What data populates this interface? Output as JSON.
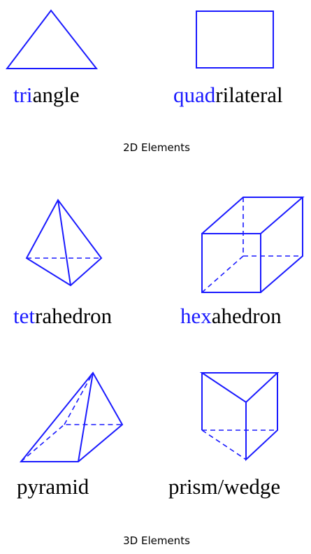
{
  "colors": {
    "shape_stroke": "#1a1aff",
    "prefix_text": "#1a1aff",
    "body_text": "#000000",
    "background": "#ffffff"
  },
  "sections": [
    {
      "caption": "2D Elements",
      "elements": [
        {
          "shape": "triangle",
          "label_prefix": "tri",
          "label_rest": "angle"
        },
        {
          "shape": "quadrilateral",
          "label_prefix": "quad",
          "label_rest": "rilateral"
        }
      ]
    },
    {
      "caption": "3D Elements",
      "elements": [
        {
          "shape": "tetrahedron",
          "label_prefix": "tet",
          "label_rest": "rahedron"
        },
        {
          "shape": "hexahedron",
          "label_prefix": "hex",
          "label_rest": "ahedron"
        },
        {
          "shape": "pyramid",
          "label_prefix": "",
          "label_rest": "pyramid"
        },
        {
          "shape": "prism-wedge",
          "label_prefix": "",
          "label_rest": "prism/wedge"
        }
      ]
    }
  ]
}
